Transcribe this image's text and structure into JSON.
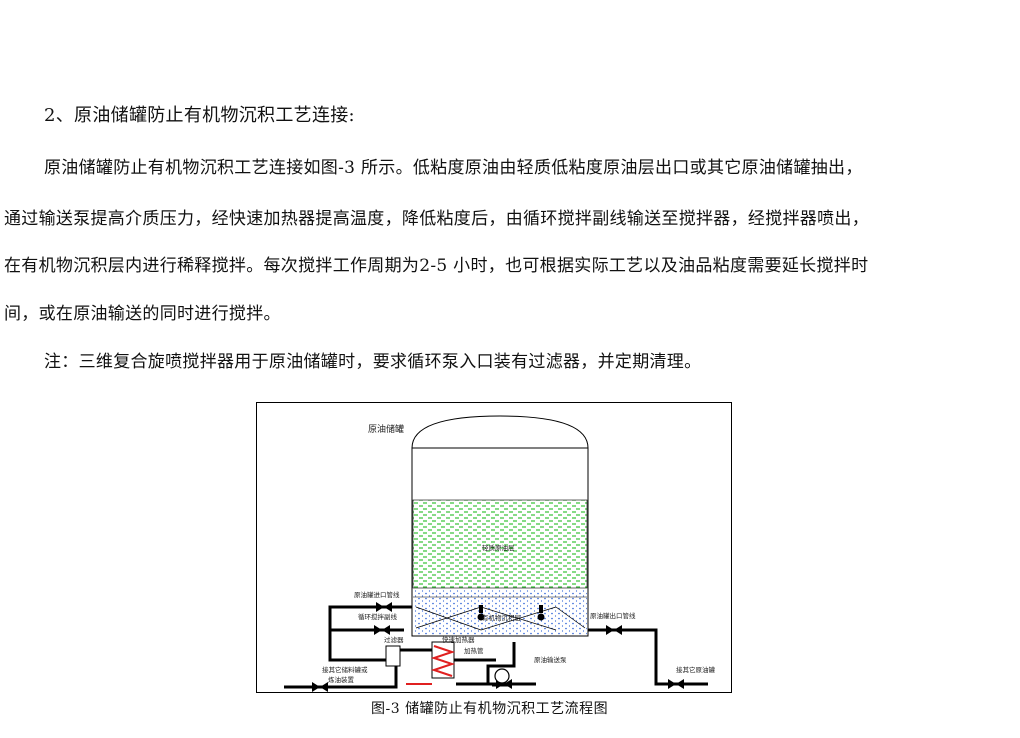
{
  "heading": "2、原油储罐防止有机物沉积工艺连接:",
  "paragraph_lines": [
    "原油储罐防止有机物沉积工艺连接如图-3 所示。低粘度原油由轻质低粘度原油层出口或其它原油储罐抽出，",
    "通过输送泵提高介质压力，经快速加热器提高温度，降低粘度后，由循环搅拌副线输送至搅拌器，经搅拌器喷出，",
    "在有机物沉积层内进行稀释搅拌。每次搅拌工作周期为2-5 小时，也可根据实际工艺以及油品粘度需要延长搅拌时",
    "间，或在原油输送的同时进行搅拌。"
  ],
  "note": "注：三维复合旋喷搅拌器用于原油储罐时，要求循环泵入口装有过滤器，并定期清理。",
  "figure": {
    "tank_label": "原油储罐",
    "light_oil_layer": "轻质原油层",
    "deposit_layer": "有机物沉积层",
    "labels": {
      "tank_inlet_pipe": "原油罐进口管线",
      "circulation_line": "循环搅拌副线",
      "filter": "过滤器",
      "fast_heater": "快速加热器",
      "heating_pipe": "加热管",
      "tank_outlet_pipe": "原油罐出口管线",
      "transfer_pump": "原油输送泵",
      "to_other_tank": "接其它原油罐",
      "to_other_storage_line1": "接其它储料罐或",
      "to_other_storage_line2": "炼油装置"
    },
    "colors": {
      "light_oil_fill": "#22bb22",
      "deposit_dots": "#2a5fd6",
      "heater": "#e02020",
      "pipe": "#000000"
    }
  },
  "caption": "图-3   储罐防止有机物沉积工艺流程图"
}
